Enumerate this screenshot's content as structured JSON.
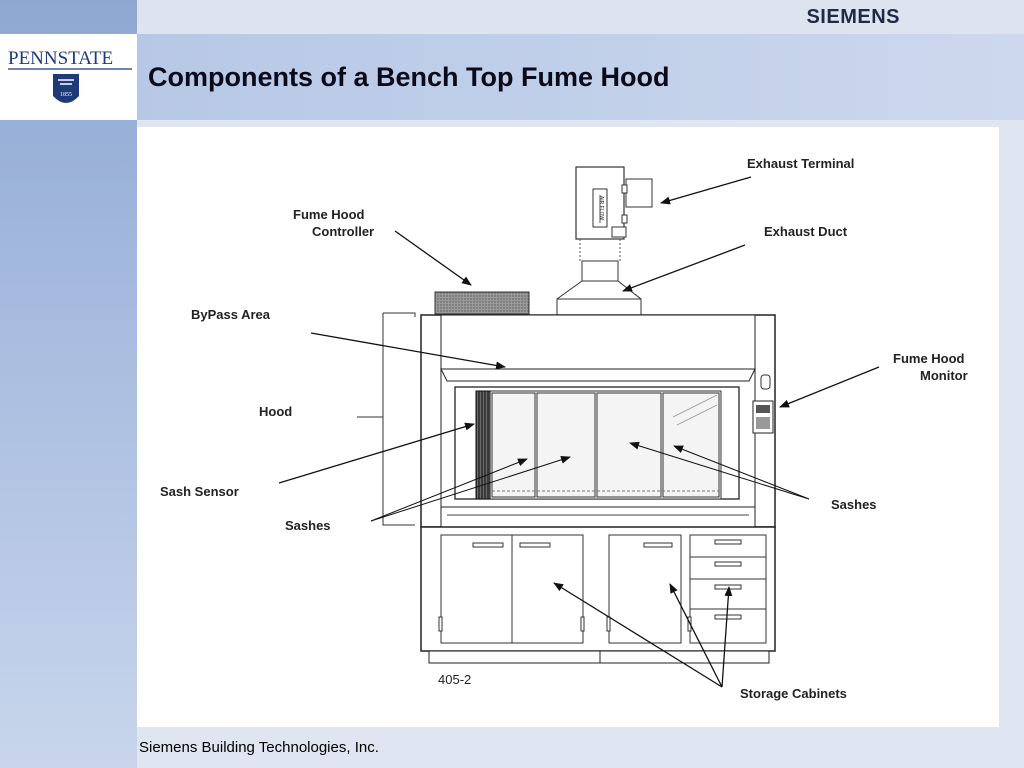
{
  "header": {
    "brand": "SIEMENS"
  },
  "logo": {
    "name": "PENNSTATE",
    "year": "1855"
  },
  "title": "Components of a Bench Top Fume Hood",
  "figure": {
    "labels": {
      "exhaust_terminal": "Exhaust Terminal",
      "exhaust_duct": "Exhaust Duct",
      "controller_line1": "Fume Hood",
      "controller_line2": "Controller",
      "bypass_area": "ByPass Area",
      "monitor_line1": "Fume Hood",
      "monitor_line2": "Monitor",
      "hood": "Hood",
      "sash_sensor": "Sash Sensor",
      "sashes_left": "Sashes",
      "sashes_right": "Sashes",
      "storage_cabinets": "Storage Cabinets",
      "figure_number": "405-2",
      "airflow": "AIR FLOW"
    }
  },
  "footer": {
    "text": "Siemens Building Technologies, Inc."
  },
  "colors": {
    "accent_blue": "#8fa8d2",
    "title_band": "#c3d1ea",
    "logo_navy": "#1e3a78"
  }
}
